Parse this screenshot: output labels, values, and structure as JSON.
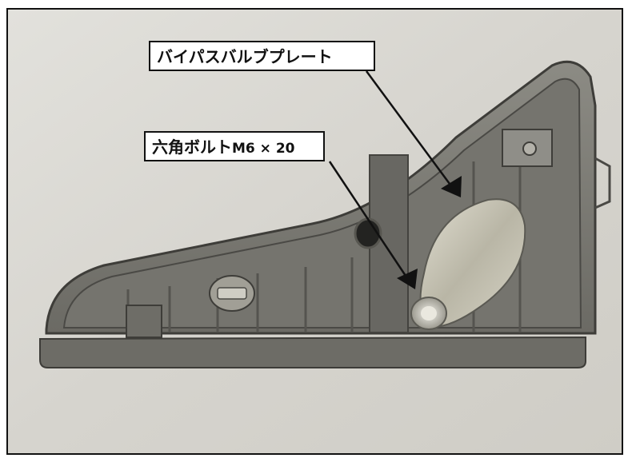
{
  "callouts": {
    "bypass_valve_plate": "バイパスバルブプレート",
    "hex_bolt_name": "六角ボルト",
    "hex_bolt_spec": "M6 × 20"
  },
  "colors": {
    "frame": "#111111",
    "background_wall": "#d9d7d1",
    "part_gray": "#7b7a74",
    "plate_metal": "#c9c6b6",
    "arrow": "#111111"
  }
}
